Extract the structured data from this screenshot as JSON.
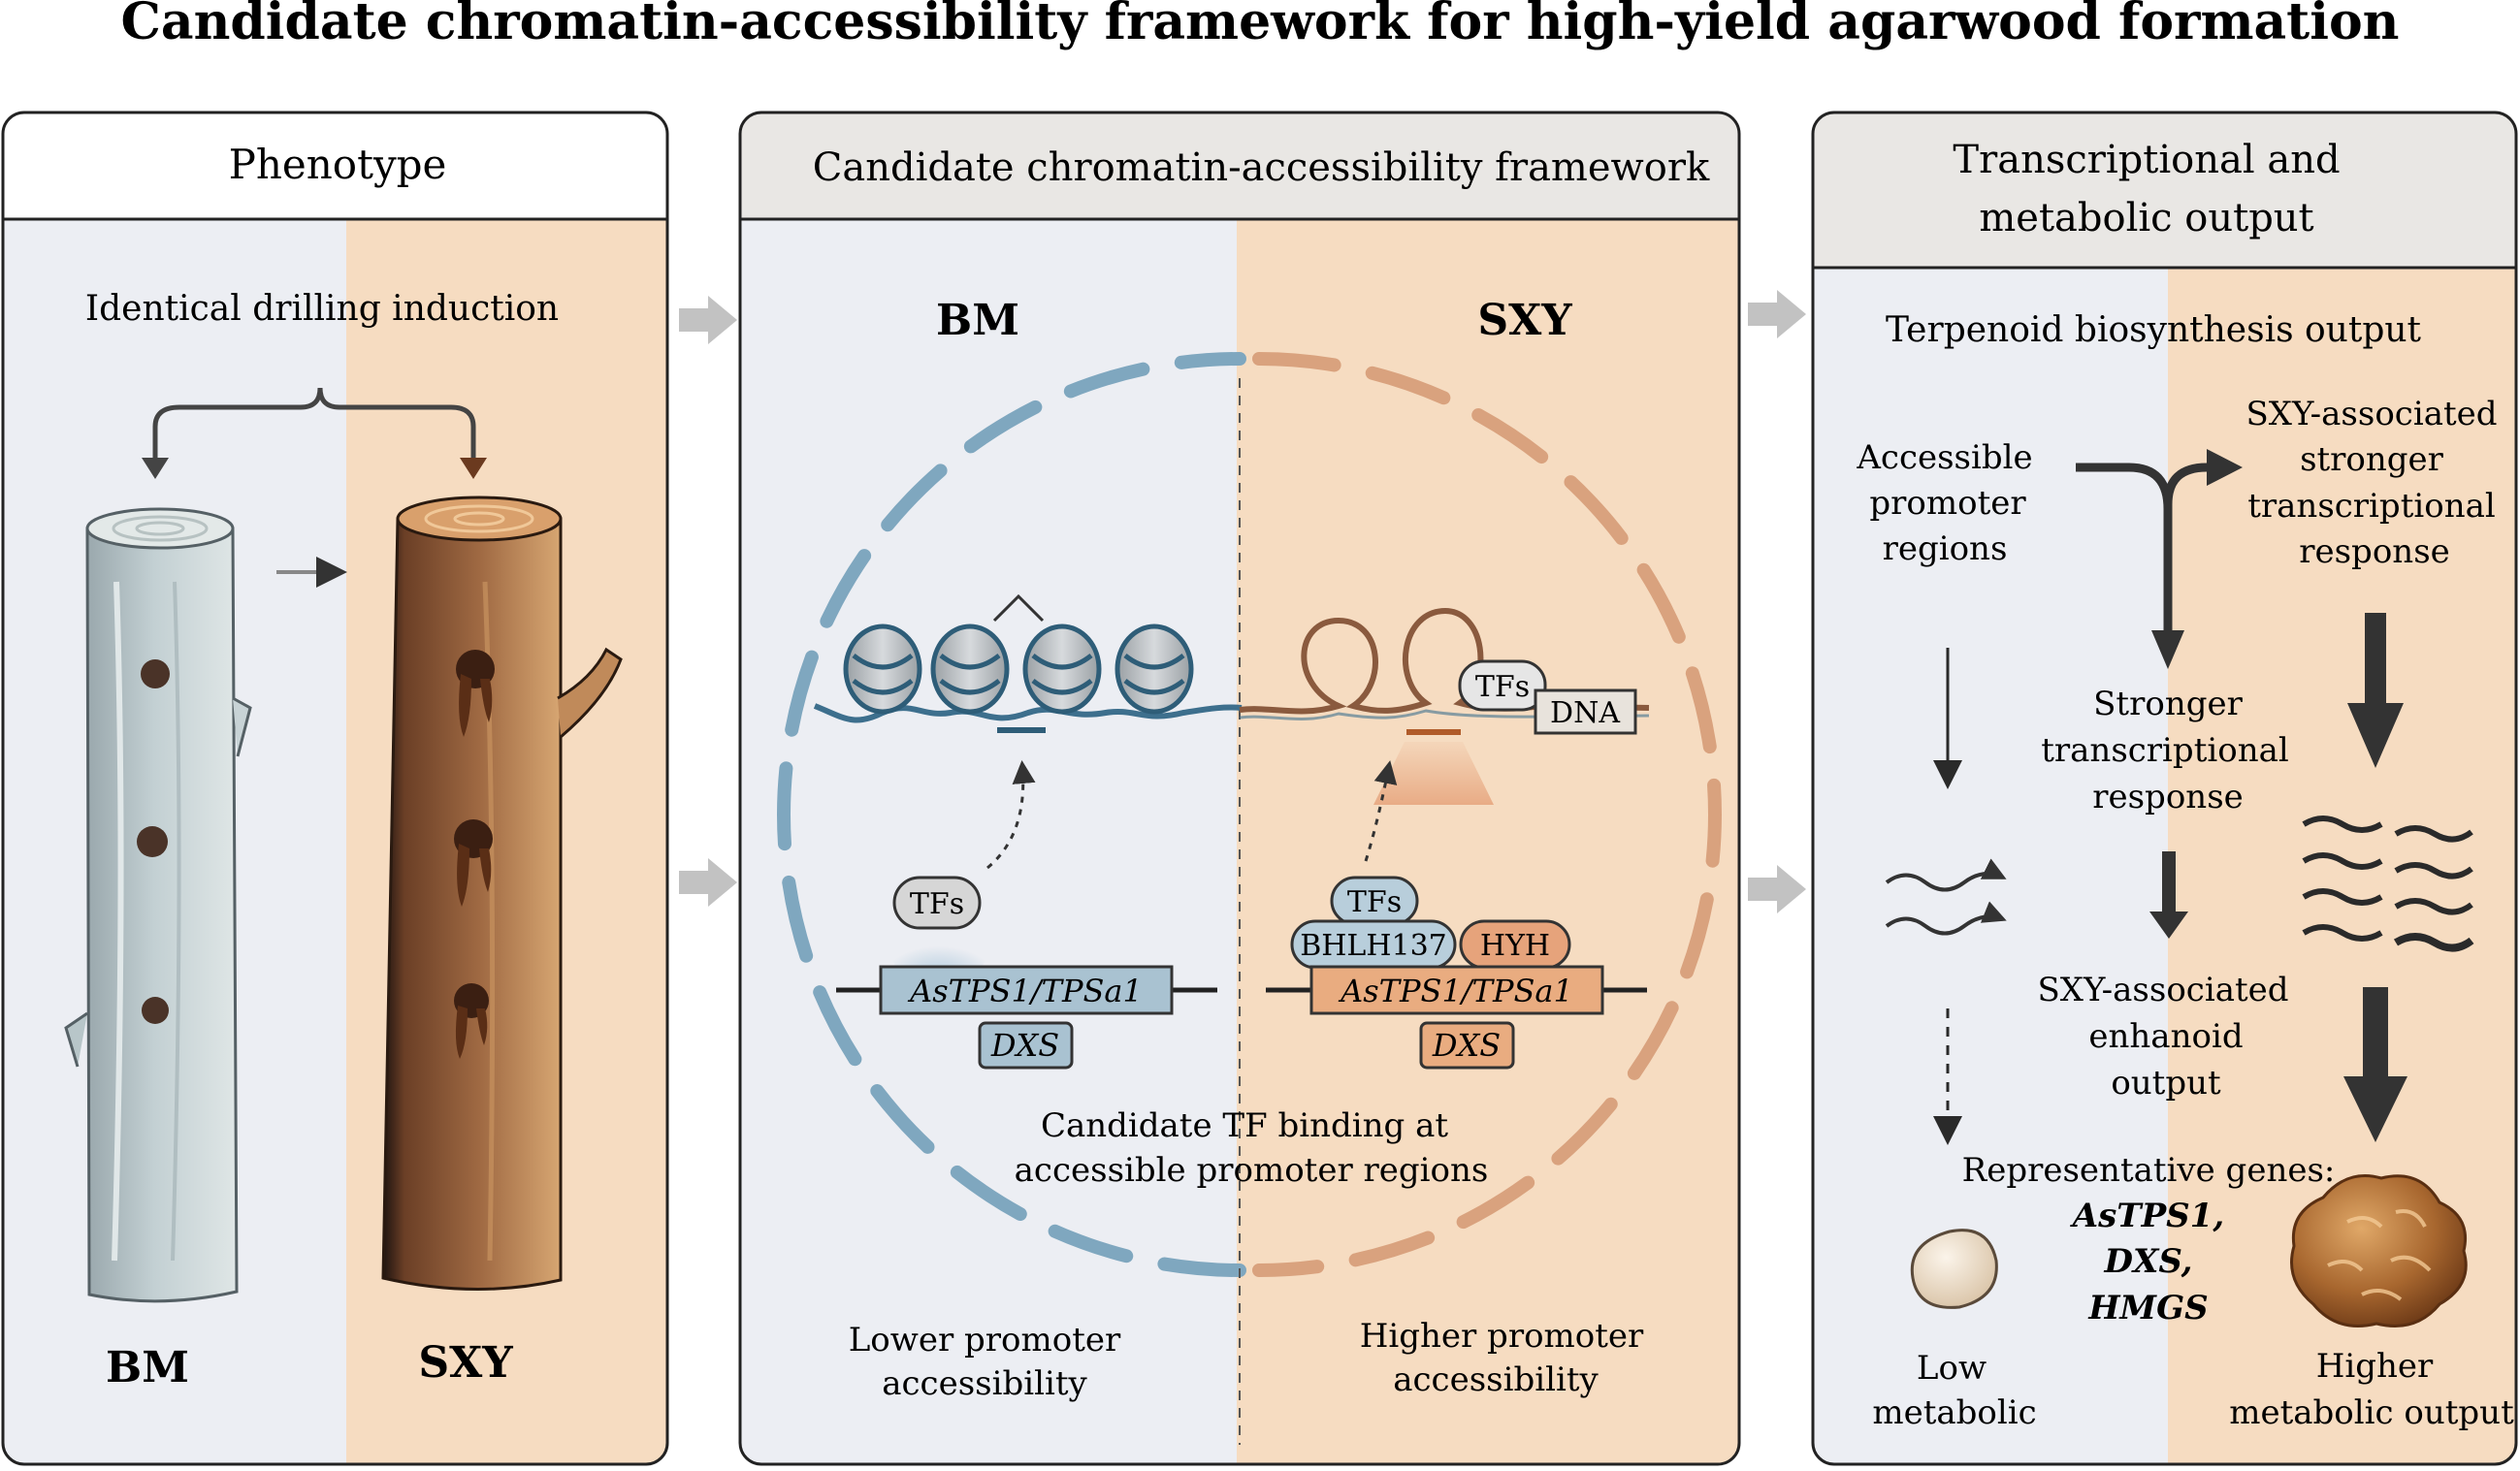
{
  "title": "Candidate chromatin-accessibility framework for high-yield agarwood formation",
  "colors": {
    "bm_bg": "#eceef3",
    "sxy_bg": "#f6dcc1",
    "header_bg": "#e9e7e4",
    "bm_accent": "#7fa7bf",
    "sxy_accent": "#d9a27e",
    "arrow_gray": "#bdbdbd",
    "dark": "#333333"
  },
  "panel1": {
    "header": "Phenotype",
    "induction": "Identical drilling induction",
    "bm_label": "BM",
    "sxy_label": "SXY"
  },
  "panel2": {
    "header": "Candidate chromatin-accessibility framework",
    "bm_label": "BM",
    "sxy_label": "SXY",
    "tfs": "TFs",
    "tfs_bound": "TFs",
    "tfs_sxy": "TFs",
    "dna": "DNA",
    "bhlh": "BHLH137",
    "hyh": "HYH",
    "gene_bm": "AsTPS1/TPSa1",
    "dxs_bm": "DXS",
    "gene_sxy": "AsTPS1/TPSa1",
    "dxs_sxy": "DXS",
    "binding_line1": "Candidate TF binding at",
    "binding_line2": "accessible promoter regions",
    "lower_line1": "Lower promoter",
    "lower_line2": "accessibility",
    "higher_line1": "Higher promoter",
    "higher_line2": "accessibility"
  },
  "panel3": {
    "header_line1": "Transcriptional and",
    "header_line2": "metabolic output",
    "subtitle": "Terpenoid biosynthesis output",
    "accessible_line1": "Accessible",
    "accessible_line2": "promoter",
    "accessible_line3": "regions",
    "sxy_resp_line1": "SXY-associated",
    "sxy_resp_line2": "stronger",
    "sxy_resp_line3": "transcriptional",
    "sxy_resp_line4": "response",
    "stronger_line1": "Stronger",
    "stronger_line2": "transcriptional",
    "stronger_line3": "response",
    "enhanoid_line1": "SXY-associated",
    "enhanoid_line2": "enhanoid",
    "enhanoid_line3": "output",
    "rep_genes": "Representative genes:",
    "gene1": "AsTPS1,",
    "gene2": "DXS,",
    "gene3": "HMGS",
    "low_line1": "Low",
    "low_line2": "metabolic",
    "high_line1": "Higher",
    "high_line2": "metabolic output"
  }
}
